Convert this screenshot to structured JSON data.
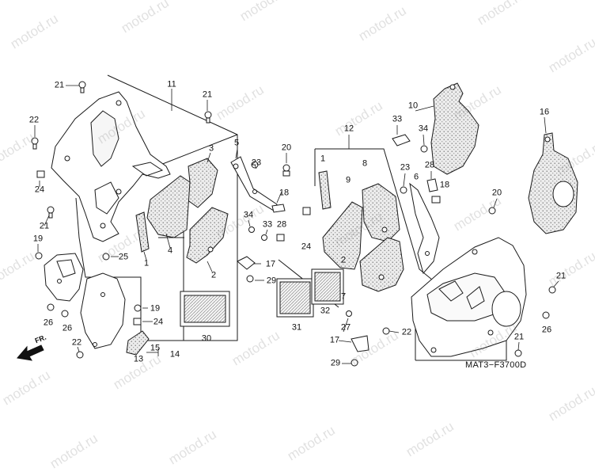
{
  "diagram_code": "MAT3−F3700D",
  "front_marker": "FR.",
  "watermark_text": "motod.ru",
  "colors": {
    "line": "#1a1a1a",
    "panel_fill": "#ffffff",
    "sponge_fill": "#e6e6e6",
    "background": "#ffffff"
  },
  "labels": [
    {
      "id": "l21a",
      "text": "21"
    },
    {
      "id": "l11",
      "text": "11"
    },
    {
      "id": "l21b",
      "text": "21"
    },
    {
      "id": "l22a",
      "text": "22"
    },
    {
      "id": "l24a",
      "text": "24"
    },
    {
      "id": "l21c",
      "text": "21"
    },
    {
      "id": "l19a",
      "text": "19"
    },
    {
      "id": "l25",
      "text": "25"
    },
    {
      "id": "l3",
      "text": "3"
    },
    {
      "id": "l4",
      "text": "4"
    },
    {
      "id": "l1a",
      "text": "1"
    },
    {
      "id": "l2a",
      "text": "2"
    },
    {
      "id": "l5",
      "text": "5"
    },
    {
      "id": "l23a",
      "text": "23"
    },
    {
      "id": "l20a",
      "text": "20"
    },
    {
      "id": "l18a",
      "text": "18"
    },
    {
      "id": "l34a",
      "text": "34"
    },
    {
      "id": "l33a",
      "text": "33"
    },
    {
      "id": "l28a",
      "text": "28"
    },
    {
      "id": "l17a",
      "text": "17"
    },
    {
      "id": "l29a",
      "text": "29"
    },
    {
      "id": "l30",
      "text": "30"
    },
    {
      "id": "l26a",
      "text": "26"
    },
    {
      "id": "l26b",
      "text": "26"
    },
    {
      "id": "l19b",
      "text": "19"
    },
    {
      "id": "l24b",
      "text": "24"
    },
    {
      "id": "l22b",
      "text": "22"
    },
    {
      "id": "l13",
      "text": "13"
    },
    {
      "id": "l15",
      "text": "15"
    },
    {
      "id": "l14",
      "text": "14"
    },
    {
      "id": "l12",
      "text": "12"
    },
    {
      "id": "l1b",
      "text": "1"
    },
    {
      "id": "l9",
      "text": "9"
    },
    {
      "id": "l8",
      "text": "8"
    },
    {
      "id": "l24c",
      "text": "24"
    },
    {
      "id": "l23b",
      "text": "23"
    },
    {
      "id": "l6",
      "text": "6"
    },
    {
      "id": "l7",
      "text": "7"
    },
    {
      "id": "l2b",
      "text": "2"
    },
    {
      "id": "l31",
      "text": "31"
    },
    {
      "id": "l32",
      "text": "32"
    },
    {
      "id": "l27",
      "text": "27"
    },
    {
      "id": "l22c",
      "text": "22"
    },
    {
      "id": "l17b",
      "text": "17"
    },
    {
      "id": "l29b",
      "text": "29"
    },
    {
      "id": "l10",
      "text": "10"
    },
    {
      "id": "l33b",
      "text": "33"
    },
    {
      "id": "l34b",
      "text": "34"
    },
    {
      "id": "l28b",
      "text": "28"
    },
    {
      "id": "l18b",
      "text": "18"
    },
    {
      "id": "l16",
      "text": "16"
    },
    {
      "id": "l20b",
      "text": "20"
    },
    {
      "id": "l21d",
      "text": "21"
    },
    {
      "id": "l26c",
      "text": "26"
    },
    {
      "id": "l21e",
      "text": "21"
    }
  ]
}
